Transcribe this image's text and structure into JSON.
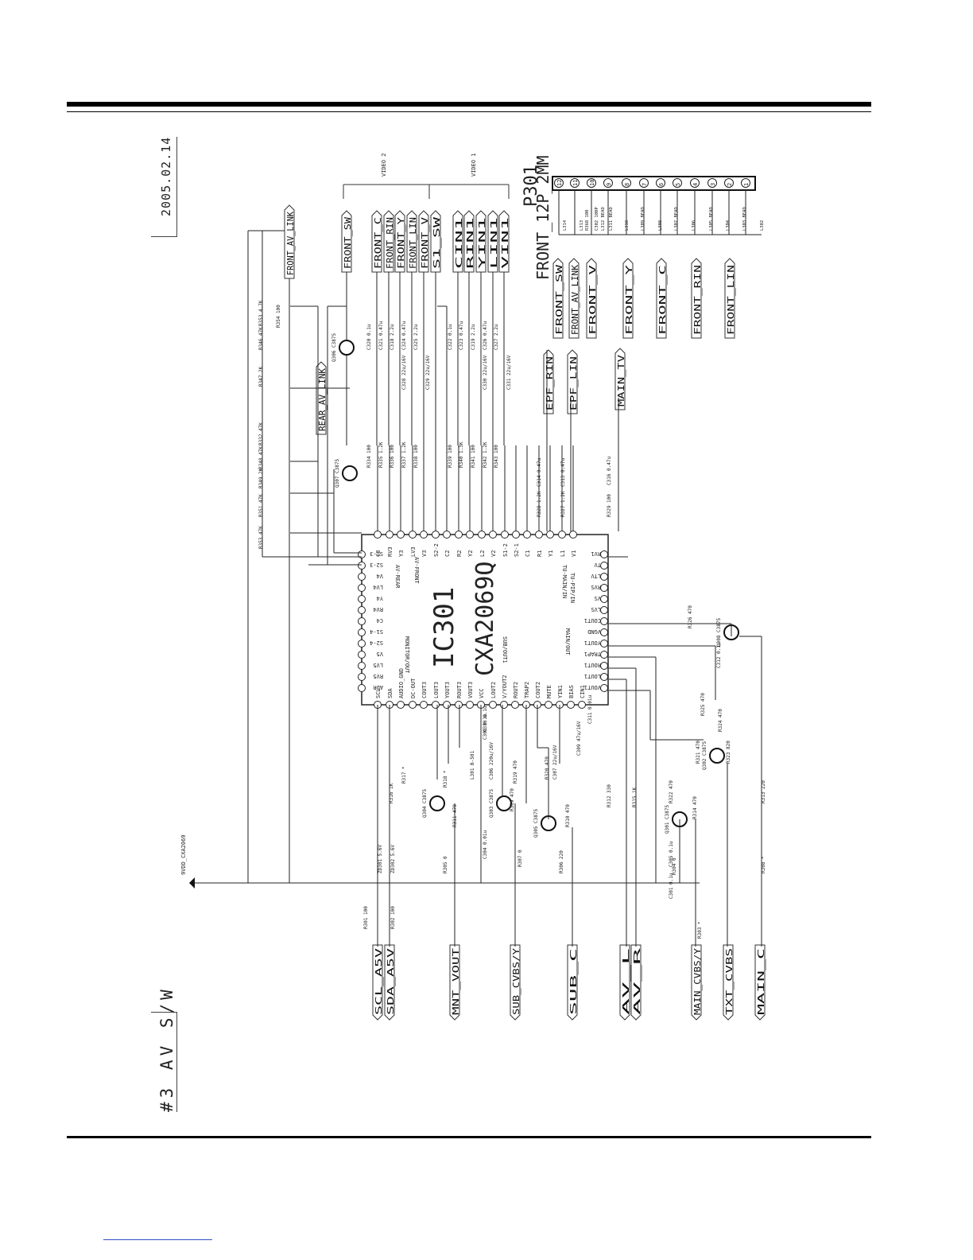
{
  "header": {
    "date": "2005.02.14",
    "section": "#3 AV S/W"
  },
  "ic": {
    "ref": "IC301",
    "part": "CXA2069Q",
    "top_pins": [
      "C3",
      "RV3",
      "Y3",
      "LV3",
      "V3",
      "S2-2",
      "C2",
      "R2",
      "Y2",
      "L2",
      "V2",
      "S1-2",
      "S2-1",
      "C1",
      "R1",
      "Y1",
      "L1",
      "V1"
    ],
    "bottom_pins": [
      "SCL",
      "SDA",
      "AUDIO_GND",
      "DC-OUT",
      "COUT3",
      "LOUT3",
      "YOUT3",
      "ROUT3",
      "VOUT3",
      "VCC",
      "LOUT2",
      "V/YOUT2",
      "ROUT2",
      "TRAP2",
      "COUT2",
      "MUTE",
      "YIN1",
      "BIAS",
      "CIN1"
    ],
    "left_pins": [
      "S1-3",
      "S2-3",
      "V4",
      "LV4",
      "Y4",
      "RV4",
      "C4",
      "S1-4",
      "S2-4",
      "V5",
      "LV5",
      "RV5",
      "ADR"
    ],
    "right_pins": [
      "RV1",
      "TV",
      "LTV",
      "RVS",
      "VS",
      "LVS",
      "COUT1",
      "VGND",
      "YOUT1",
      "TRAP1",
      "ROUT1",
      "LOUT1",
      "VOUT1"
    ],
    "groups": [
      "AV-REAR",
      "AV-FRONT",
      "MONITOR/OUT",
      "SUB/OUT1",
      "MAIN/OUT",
      "TU-PIP/IN",
      "TU-MAIN/IN"
    ]
  },
  "connector": {
    "ref": "P301",
    "name": "FRONT_12P_2MM",
    "pins": [
      "12",
      "11",
      "10",
      "9",
      "8",
      "7",
      "6",
      "5",
      "4",
      "3",
      "2",
      "1"
    ]
  },
  "labels": {
    "video2": "VIDEO 2",
    "video1": "VIDEO 1",
    "power": "9VDD_CXA2069"
  },
  "top_flags": [
    "FRONT_AV_LINK",
    "FRONT_SW",
    "FRONT_C",
    "FRONT_RIN",
    "FRONT_Y",
    "FRONT_LIN",
    "FRONT_V",
    "S1_SW",
    "CIN1",
    "RIN1",
    "YIN1",
    "LIN1",
    "VIN1"
  ],
  "mid_flags": [
    "REAR_AV_LINK",
    "EPF_RIN",
    "EPF_LIN",
    "MAIN_TV"
  ],
  "connector_flags": [
    "FRONT_SW",
    "FRONT_AV_LINK",
    "FRONT_V",
    "FRONT_Y",
    "FRONT_C",
    "FRONT_RIN",
    "FRONT_LIN"
  ],
  "bottom_flags": [
    "SCL_A5V",
    "SDA_A5V",
    "MNT_VOUT",
    "SUB_CVBS/Y",
    "SUB_C",
    "AV_L",
    "AV_R",
    "MAIN_CVBS/Y",
    "TXT_CVBS",
    "MAIN_C"
  ],
  "components": {
    "resistors_top": [
      "R353 47K",
      "R351 47K",
      "R349 2K",
      "R348 47K",
      "R332 47K",
      "R347 2K",
      "R346 47K",
      "R353 4.7K",
      "R354 100"
    ],
    "caps_video2": [
      "C320 0.1u",
      "C321 0.47u",
      "C318 2.2u",
      "C324 0.47u",
      "C325 2.2u"
    ],
    "caps_video1": [
      "C322 0.1u",
      "C323 0.47u",
      "C319 2.2u",
      "C326 0.47u",
      "C327 2.2u"
    ],
    "series_r": [
      "R334 100",
      "R335 1.2K",
      "R336 100",
      "R337 1.2K",
      "R338 100",
      "R339 100",
      "R340 1.3K",
      "R341 100",
      "R342 1.2K",
      "R343 100"
    ],
    "electrolytic": [
      "C328 22u/16V",
      "C329 22u/16V",
      "C330 22u/16V",
      "C331 22u/16V"
    ],
    "mid_caps": [
      "C314 0.47u",
      "C313 0.47u",
      "C316 0.47u"
    ],
    "mid_res": [
      "R328 1.2K",
      "R327 1.2K",
      "R329 100"
    ],
    "transistors": [
      "Q306 C3875",
      "Q307 C3875",
      "Q304 C3875",
      "Q303 C3875",
      "Q305 C3875",
      "Q302 C3875",
      "Q301 C3875",
      "Q308 C3875"
    ],
    "bottom_parts": [
      "R301 100",
      "R302 100",
      "ZD301 5.6V",
      "ZD302 5.6V",
      "R305 0",
      "C304 0.01u",
      "R307 0",
      "R306 220",
      "C301 0.1u",
      "R304 0",
      "C305 0.1u",
      "R303 *",
      "R308 *",
      "R313 220",
      "L301 B-501",
      "C306 220u/16V",
      "C307 22u/16V",
      "C309 47u/16V",
      "C308 0.1u",
      "C310 0.1u",
      "C311 0.01u",
      "C312 0.1u",
      "R326 470",
      "R325 470",
      "R324 470",
      "R323 820",
      "R322 470",
      "R314 470",
      "R310 470",
      "R309 470",
      "R311 470",
      "R312 330",
      "R315 1K",
      "R316 1K",
      "R317 *",
      "R318 *",
      "R319 470",
      "R320 470",
      "R321 470"
    ],
    "connector_parts": [
      "L314",
      "L313",
      "L312 BEAD",
      "R368 100",
      "C302 100P",
      "L311 BEAD",
      "L310",
      "L309 BEAD",
      "L308",
      "L307 BEAD",
      "L306",
      "L305 BEAD",
      "L304",
      "L303 BEAD",
      "L302"
    ]
  }
}
